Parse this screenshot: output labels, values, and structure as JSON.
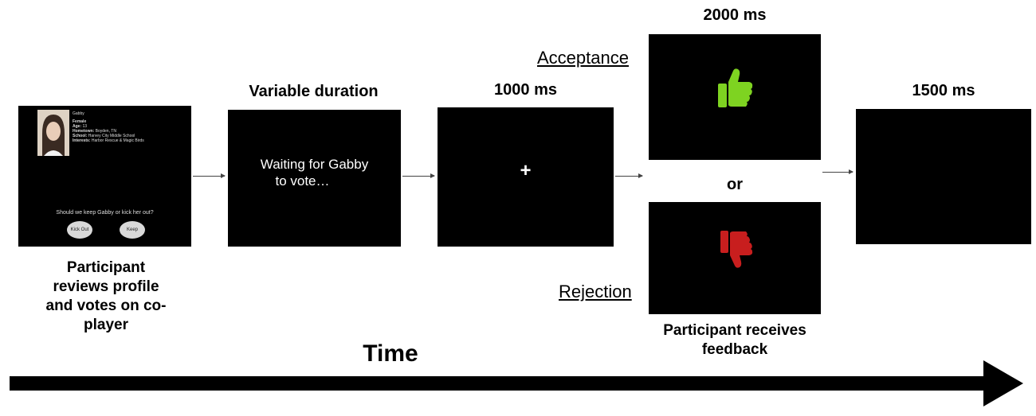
{
  "profile_screen": {
    "name": "Gabby",
    "details": [
      {
        "label": "Female",
        "value": ""
      },
      {
        "label": "Age:",
        "value": "13"
      },
      {
        "label": "Hometown:",
        "value": "Boyden, TN"
      },
      {
        "label": "School:",
        "value": "Harvey City Middle School"
      },
      {
        "label": "Interests:",
        "value": "Harbor Rescue & Magic Birds"
      }
    ],
    "question": "Should we keep Gabby or kick her out?",
    "kick_out_label": "Kick Out",
    "keep_label": "Keep",
    "caption": "Participant reviews profile and votes on co-player"
  },
  "waiting_screen": {
    "header": "Variable duration",
    "text_line1": "Waiting for Gabby",
    "text_line2": "to vote…"
  },
  "fixation_screen": {
    "header": "1000 ms",
    "symbol": "+"
  },
  "feedback": {
    "header": "2000 ms",
    "acceptance_label": "Acceptance",
    "or_label": "or",
    "rejection_label": "Rejection",
    "caption": "Participant receives feedback",
    "colors": {
      "thumbs_up": "#7ed321",
      "thumbs_down": "#c81e1e"
    }
  },
  "blank_screen": {
    "header": "1500 ms"
  },
  "timeline": {
    "label": "Time"
  }
}
